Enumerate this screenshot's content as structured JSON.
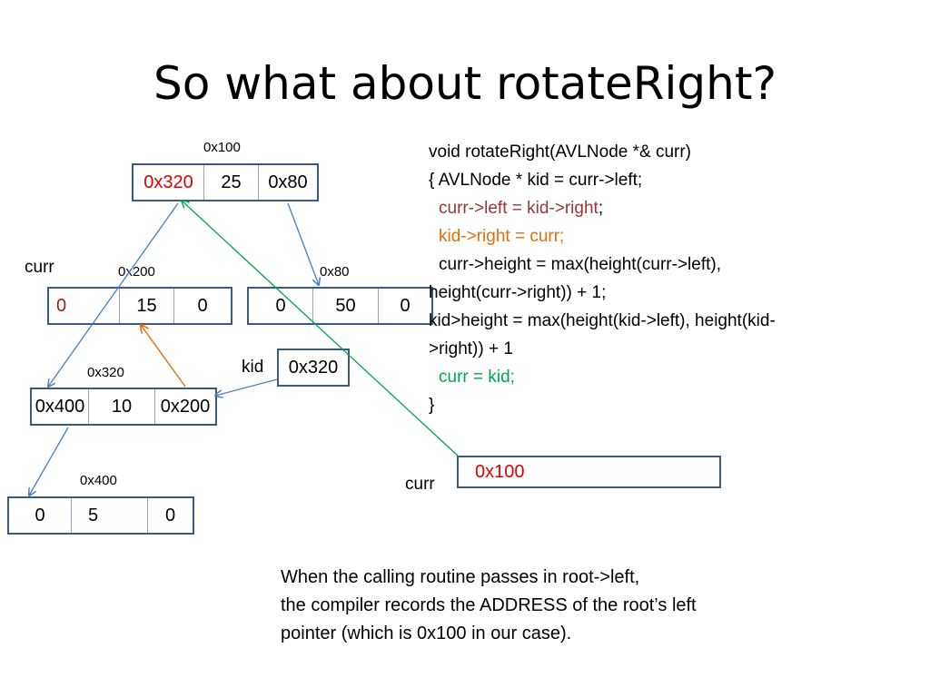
{
  "slide": {
    "title": "So what about rotateRight?"
  },
  "nodes": {
    "n100": {
      "address": "0x100",
      "left": "0x320",
      "value": "25",
      "right": "0x80"
    },
    "n200": {
      "address": "0x200",
      "left": "0",
      "value": "15",
      "right": "0"
    },
    "n80": {
      "address": "0x80",
      "left": "0",
      "value": "50",
      "right": "0"
    },
    "n320": {
      "address": "0x320",
      "left": "0x400",
      "value": "10",
      "right": "0x200"
    },
    "n400": {
      "address": "0x400",
      "left": "0",
      "value": "5",
      "right": "0"
    }
  },
  "labels": {
    "curr_top": "curr",
    "kid": "kid",
    "kid_value": "0x320",
    "curr_bottom": "curr",
    "curr_bottom_value": "0x100"
  },
  "code": {
    "line1": "void rotateRight(AVLNode  *& curr)",
    "line2": "{ AVLNode * kid = curr->left;",
    "line3a": "curr->left = kid->right",
    "line3b": ";",
    "line4": "kid->right = curr;",
    "line5": "curr->height = max(height(curr->left),",
    "line6": "height(curr->right)) + 1;",
    "line7": " kid>height = max(height(kid->left), height(kid-",
    "line8": ">right)) + 1",
    "line9": "curr = kid;",
    "line10": "}"
  },
  "note": {
    "line1": "When the calling routine passes in root->left,",
    "line2": "the compiler records the ADDRESS of the root’s left",
    "line3": "pointer (which is 0x100 in our case)."
  },
  "colors": {
    "node_border": "#3c5a80",
    "pointer_red": "#e00000",
    "code_brown": "#953735",
    "code_orange": "#e46c0a",
    "code_green": "#00a650",
    "arrow_blue": "#4a7ebb",
    "arrow_orange": "#e46c0a",
    "arrow_green": "#00a650"
  }
}
